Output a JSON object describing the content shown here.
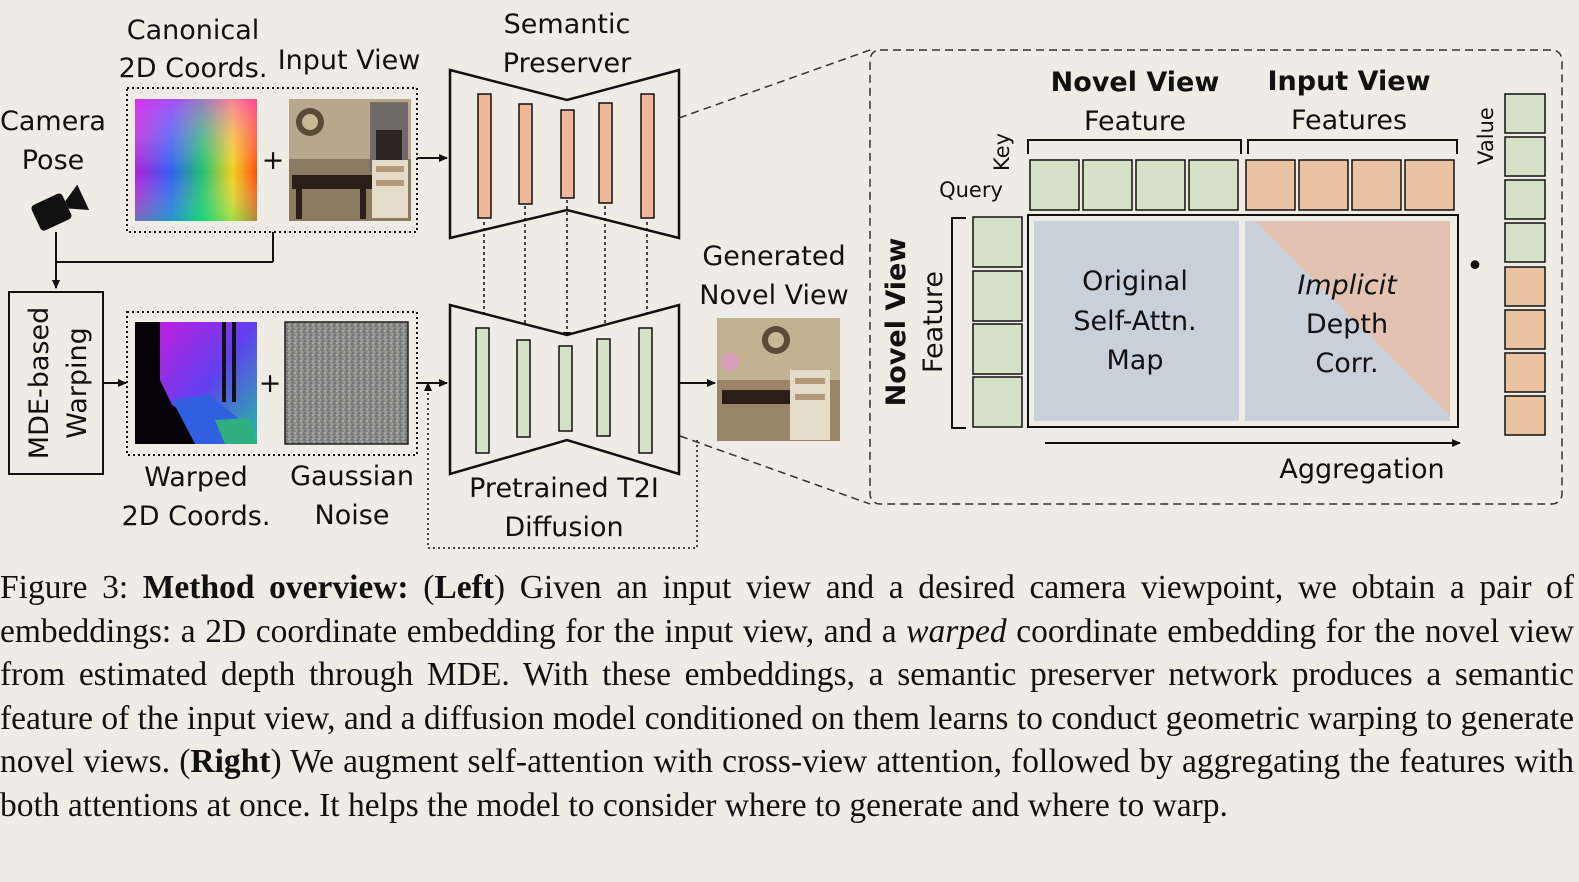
{
  "diagram": {
    "camera_pose": [
      "Camera",
      "Pose"
    ],
    "canonical_coords": [
      "Canonical",
      "2D Coords."
    ],
    "input_view": "Input View",
    "semantic_preserver": [
      "Semantic",
      "Preserver"
    ],
    "plus": "+",
    "mde_warping": [
      "MDE-based",
      "Warping"
    ],
    "warped_coords": [
      "Warped",
      "2D Coords."
    ],
    "gaussian_noise": [
      "Gaussian",
      "Noise"
    ],
    "pretrained_diffusion": [
      "Pretrained T2I",
      "Diffusion"
    ],
    "generated_view": [
      "Generated",
      "Novel View"
    ],
    "attention": {
      "novel_view_header": "Novel View",
      "novel_view_sub": "Feature",
      "input_view_header": "Input View",
      "input_view_sub": "Features",
      "key": "Key",
      "query": "Query",
      "value": "Value",
      "side_label_bold": "Novel View",
      "side_label": "Feature",
      "self_attn_map": [
        "Original",
        "Self-Attn.",
        "Map"
      ],
      "depth_corr_italic": "Implicit",
      "depth_corr": [
        "Depth",
        "Corr."
      ],
      "dot": "•",
      "aggregation": "Aggregation"
    },
    "colors": {
      "green_cell": "#d6e2c8",
      "orange_cell": "#eac3a3",
      "map_blue": "#c8d0da",
      "map_orange": "#e2c2b0",
      "encoder_bar_orange": "#f0b899",
      "decoder_bar_green": "#d6e2c8"
    }
  },
  "caption": {
    "fig_label": "Figure 3:",
    "title": "Method overview:",
    "left_open": "(",
    "left_word": "Left",
    "left_close": ")",
    "text1": "Given an input view and a desired camera viewpoint, we obtain a pair of embeddings: a 2D coordinate embedding for the input view, and a",
    "warped_word": "warped",
    "text2": "coordinate embedding for the novel view from estimated depth through MDE. With these embeddings, a semantic preserver network produces a semantic feature of the input view, and a diffusion model conditioned on them learns to conduct geometric warping to generate novel views.",
    "right_open": "(",
    "right_word": "Right",
    "right_close": ")",
    "text3": "We augment self-attention with cross-view attention, followed by aggregating the features with both attentions at once. It helps the model to consider where to generate and where to warp."
  }
}
